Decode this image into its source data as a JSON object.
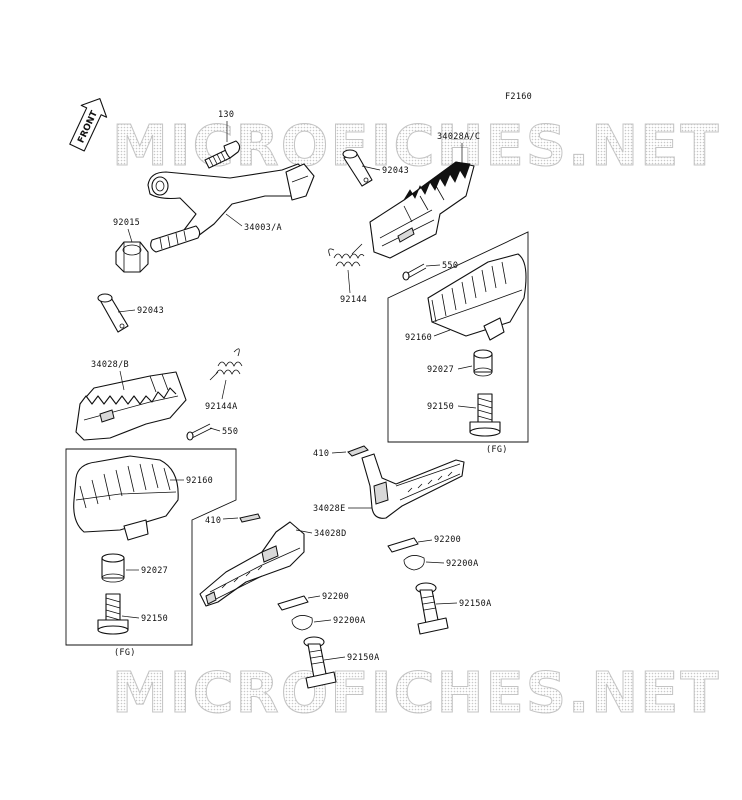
{
  "figure_code": "F2160",
  "front_label": "FRONT",
  "watermark": "MICROFICHES.NET",
  "fg_note": "(FG)",
  "parts": {
    "p130": "130",
    "p92043_top": "92043",
    "p34028AC": "34028A/C",
    "p92015": "92015",
    "p34003A": "34003/A",
    "p92043_left": "92043",
    "p92144": "92144",
    "p550_right": "550",
    "p92160_right": "92160",
    "p92027_right": "92027",
    "p92150_right": "92150",
    "p34028B": "34028/B",
    "p92144A": "92144A",
    "p550_left": "550",
    "p410_right": "410",
    "p34028E": "34028E",
    "p92200_right": "92200",
    "p92200A_right": "92200A",
    "p92150A_right": "92150A",
    "p92160_left": "92160",
    "p410_left": "410",
    "p34028D": "34028D",
    "p92027_left": "92027",
    "p92200_left": "92200",
    "p92200A_left": "92200A",
    "p92150_left": "92150",
    "p92150A_left": "92150A"
  }
}
